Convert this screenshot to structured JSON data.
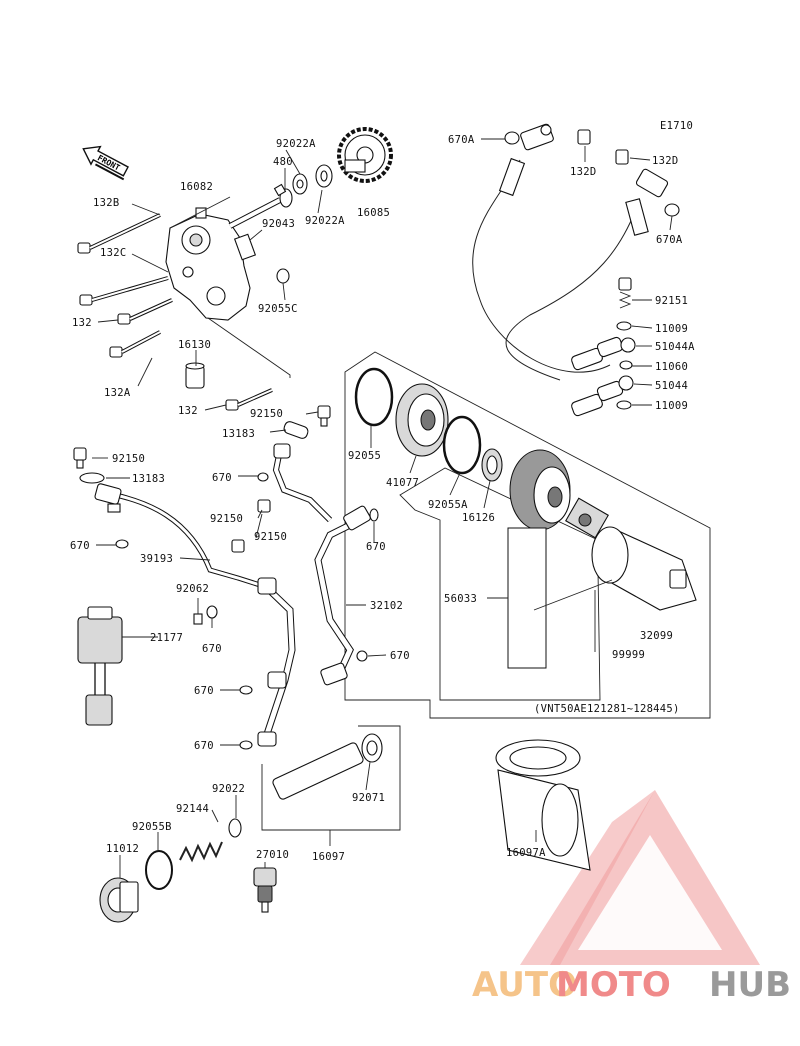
{
  "diagram_code": "E1710",
  "front_arrow": "FRONT",
  "serial_note": "(VNT50AE121281~128445)",
  "labels": {
    "l_670A_top": "670A",
    "l_132D_top": "132D",
    "l_132D_right": "132D",
    "l_670A_right": "670A",
    "l_92151": "92151",
    "l_11009_a": "11009",
    "l_51044A": "51044A",
    "l_11060": "11060",
    "l_51044": "51044",
    "l_11009_b": "11009",
    "l_92022A_a": "92022A",
    "l_480": "480",
    "l_92022A_b": "92022A",
    "l_16085": "16085",
    "l_16082": "16082",
    "l_132B": "132B",
    "l_132C": "132C",
    "l_92043": "92043",
    "l_92055C": "92055C",
    "l_132_a": "132",
    "l_16130": "16130",
    "l_132A": "132A",
    "l_132_b": "132",
    "l_92150_a": "92150",
    "l_13183_a": "13183",
    "l_92150_b": "92150",
    "l_13183_b": "13183",
    "l_670_a": "670",
    "l_670_b": "670",
    "l_92150_c": "92150",
    "l_92150_d": "92150",
    "l_670_c": "670",
    "l_39193": "39193",
    "l_92062": "92062",
    "l_670_d": "670",
    "l_32102": "32102",
    "l_21177": "21177",
    "l_670_e": "670",
    "l_670_f": "670",
    "l_670_g": "670",
    "l_92055": "92055",
    "l_41077": "41077",
    "l_92055A": "92055A",
    "l_16126": "16126",
    "l_56033": "56033",
    "l_32099": "32099",
    "l_99999": "99999",
    "l_92022": "92022",
    "l_92144": "92144",
    "l_92055B": "92055B",
    "l_11012": "11012",
    "l_27010": "27010",
    "l_92071": "92071",
    "l_16097": "16097",
    "l_16097A": "16097A"
  },
  "watermark": {
    "part1": "AUTO",
    "part2": "MOTO",
    "part3": "HUB",
    "colors": {
      "auto": "#f5c48a",
      "moto": "#f08a8a",
      "hub": "#9a9a9a",
      "triangle": "#f0a0a0"
    }
  }
}
